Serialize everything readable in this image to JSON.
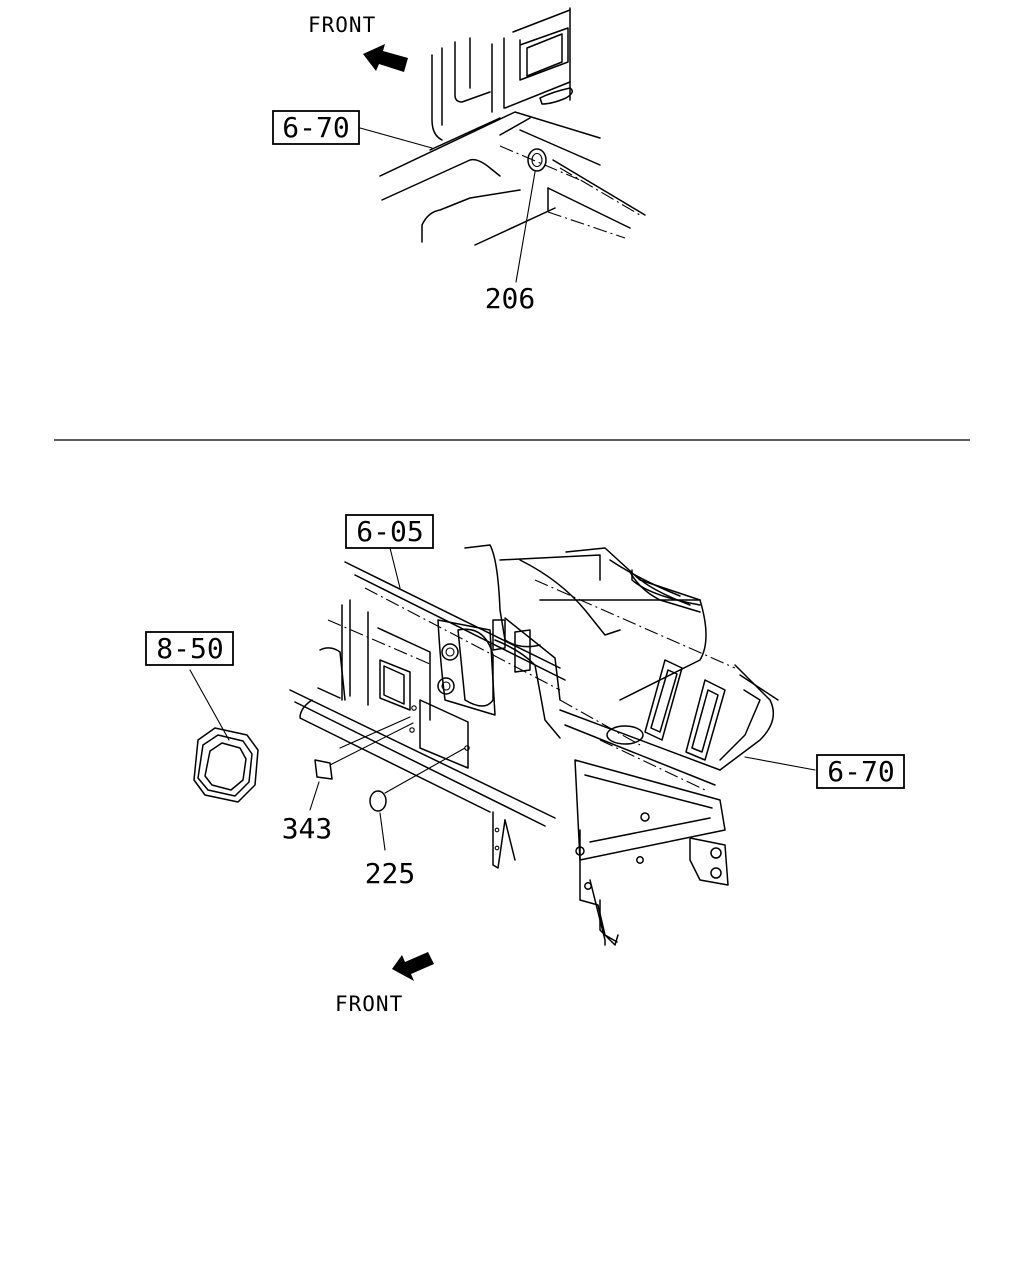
{
  "top_diagram": {
    "front_label": "FRONT",
    "ref_box": "6-70",
    "part_number": "206"
  },
  "bottom_diagram": {
    "front_label": "FRONT",
    "ref_boxes": [
      "6-05",
      "8-50",
      "6-70"
    ],
    "part_numbers": [
      "343",
      "225"
    ]
  }
}
